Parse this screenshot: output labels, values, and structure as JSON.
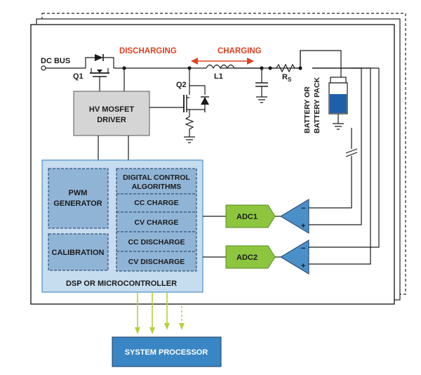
{
  "labels": {
    "dc_bus": "DC BUS",
    "q1": "Q1",
    "q2": "Q2",
    "l1": "L1",
    "rs_main": "R",
    "rs_sub": "S",
    "discharging": "DISCHARGING",
    "charging": "CHARGING",
    "battery_line1": "BATTERY OR",
    "battery_line2": "BATTERY PACK",
    "driver_line1": "HV MOSFET",
    "driver_line2": "DRIVER",
    "pwm_line1": "PWM",
    "pwm_line2": "GENERATOR",
    "calibration": "CALIBRATION",
    "algo_line1": "DIGITAL CONTROL",
    "algo_line2": "ALGORITHMS",
    "cc_charge": "CC CHARGE",
    "cv_charge": "CV CHARGE",
    "cc_discharge": "CC DISCHARGE",
    "cv_discharge": "CV DISCHARGE",
    "dsp": "DSP OR MICROCONTROLLER",
    "adc1": "ADC1",
    "adc2": "ADC2",
    "amp_minus": "−",
    "amp_plus": "+",
    "system_processor": "SYSTEM PROCESSOR"
  },
  "colors": {
    "discharge_arrow": "#e0401f",
    "dsp_fill": "#c6dcef",
    "dsp_inner_fill": "#8fb4d6",
    "adc_fill": "#8cc63e",
    "amp_fill": "#4b8fc8",
    "driver_fill": "#d5d5d5",
    "system_processor_fill": "#3a86c4",
    "bus_arrow": "#b8cf3a",
    "battery_fill": "#1f5fa8"
  }
}
